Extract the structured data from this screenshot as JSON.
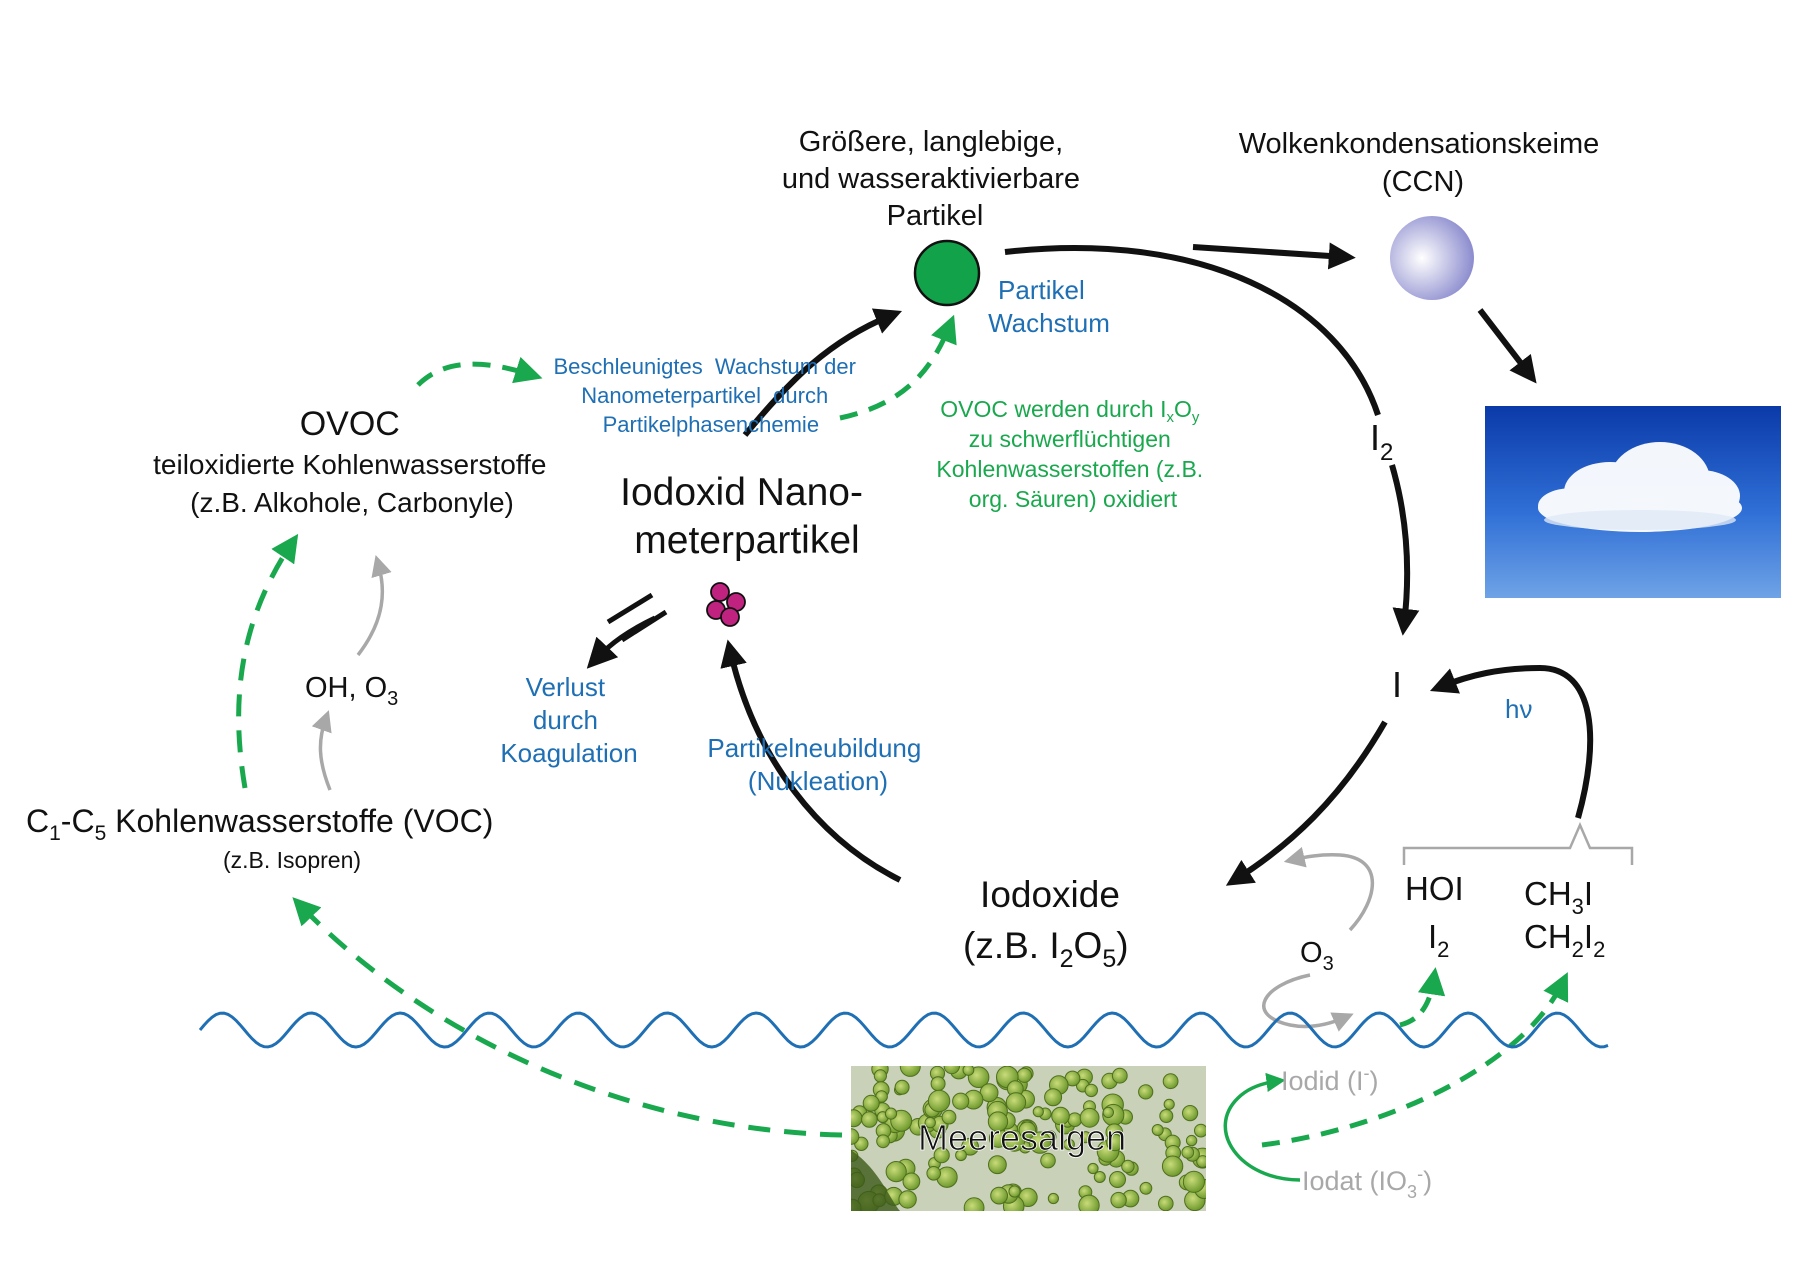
{
  "colors": {
    "black": "#111111",
    "blue_text": "#1f6fb4",
    "green": "#1aa84e",
    "gray": "#a8a8a8",
    "sea": "#1f6fb4",
    "large_particle": "#12a24a",
    "nano_particle": "#c0237f"
  },
  "labels": {
    "large_particles": [
      "Größere, langlebige,",
      "und wasseraktivierbare",
      "Partikel"
    ],
    "ccn": [
      "Wolkenkondensationskeime",
      "(CCN)"
    ],
    "particle_growth": [
      "Partikel",
      "Wachstum"
    ],
    "accelerated_growth": [
      "Beschleunigtes  Wachstum der",
      "Nanometerpartikel  durch",
      "Partikelphasenchemie"
    ],
    "ovoc_oxidation": {
      "line1_pre": "OVOC werden durch I",
      "line1_sub1": "x",
      "line1_mid": "O",
      "line1_sub2": "y",
      "line2": "zu schwerflüchtigen",
      "line3": "Kohlenwasserstoffen (z.B.",
      "line4": "org. Säuren) oxidiert"
    },
    "ovoc": [
      "OVOC",
      "teiloxidierte Kohlenwasserstoffe",
      "(z.B. Alkohole, Carbonyle)"
    ],
    "nanoparticles": [
      "Iodoxid Nano-",
      "meterpartikel"
    ],
    "i2": {
      "base": "I",
      "sub": "2"
    },
    "i_atom": "I",
    "hv": "hν",
    "loss": [
      "Verlust",
      "durch",
      "Koagulation"
    ],
    "nucleation": [
      "Partikelneubildung",
      "(Nukleation)"
    ],
    "oh_o3": {
      "pre": "OH, O",
      "sub": "3"
    },
    "voc": {
      "c1": "C",
      "sub1": "1",
      "dash": "-C",
      "sub2": "5",
      "rest": " Kohlenwasserstoffe (VOC)",
      "example": "(z.B. Isopren)"
    },
    "iodoxides": {
      "line1": "Iodoxide",
      "pre": "(z.B. I",
      "sub1": "2",
      "mid": "O",
      "sub2": "5",
      "post": ")"
    },
    "o3": {
      "base": "O",
      "sub": "3"
    },
    "hoi": "HOI",
    "hoi_i2": {
      "base": "I",
      "sub": "2"
    },
    "ch3i": {
      "pre": "CH",
      "sub": "3",
      "post": "I"
    },
    "ch2i2": {
      "pre": "CH",
      "sub1": "2",
      "mid": "I",
      "sub2": "2"
    },
    "seaweed": "Meeresalgen",
    "iodide": {
      "pre": "Iodid (I",
      "sup": "-",
      "post": ")"
    },
    "iodate": {
      "pre": "Iodat (IO",
      "sub": "3",
      "sup": "-",
      "post": ")"
    }
  }
}
